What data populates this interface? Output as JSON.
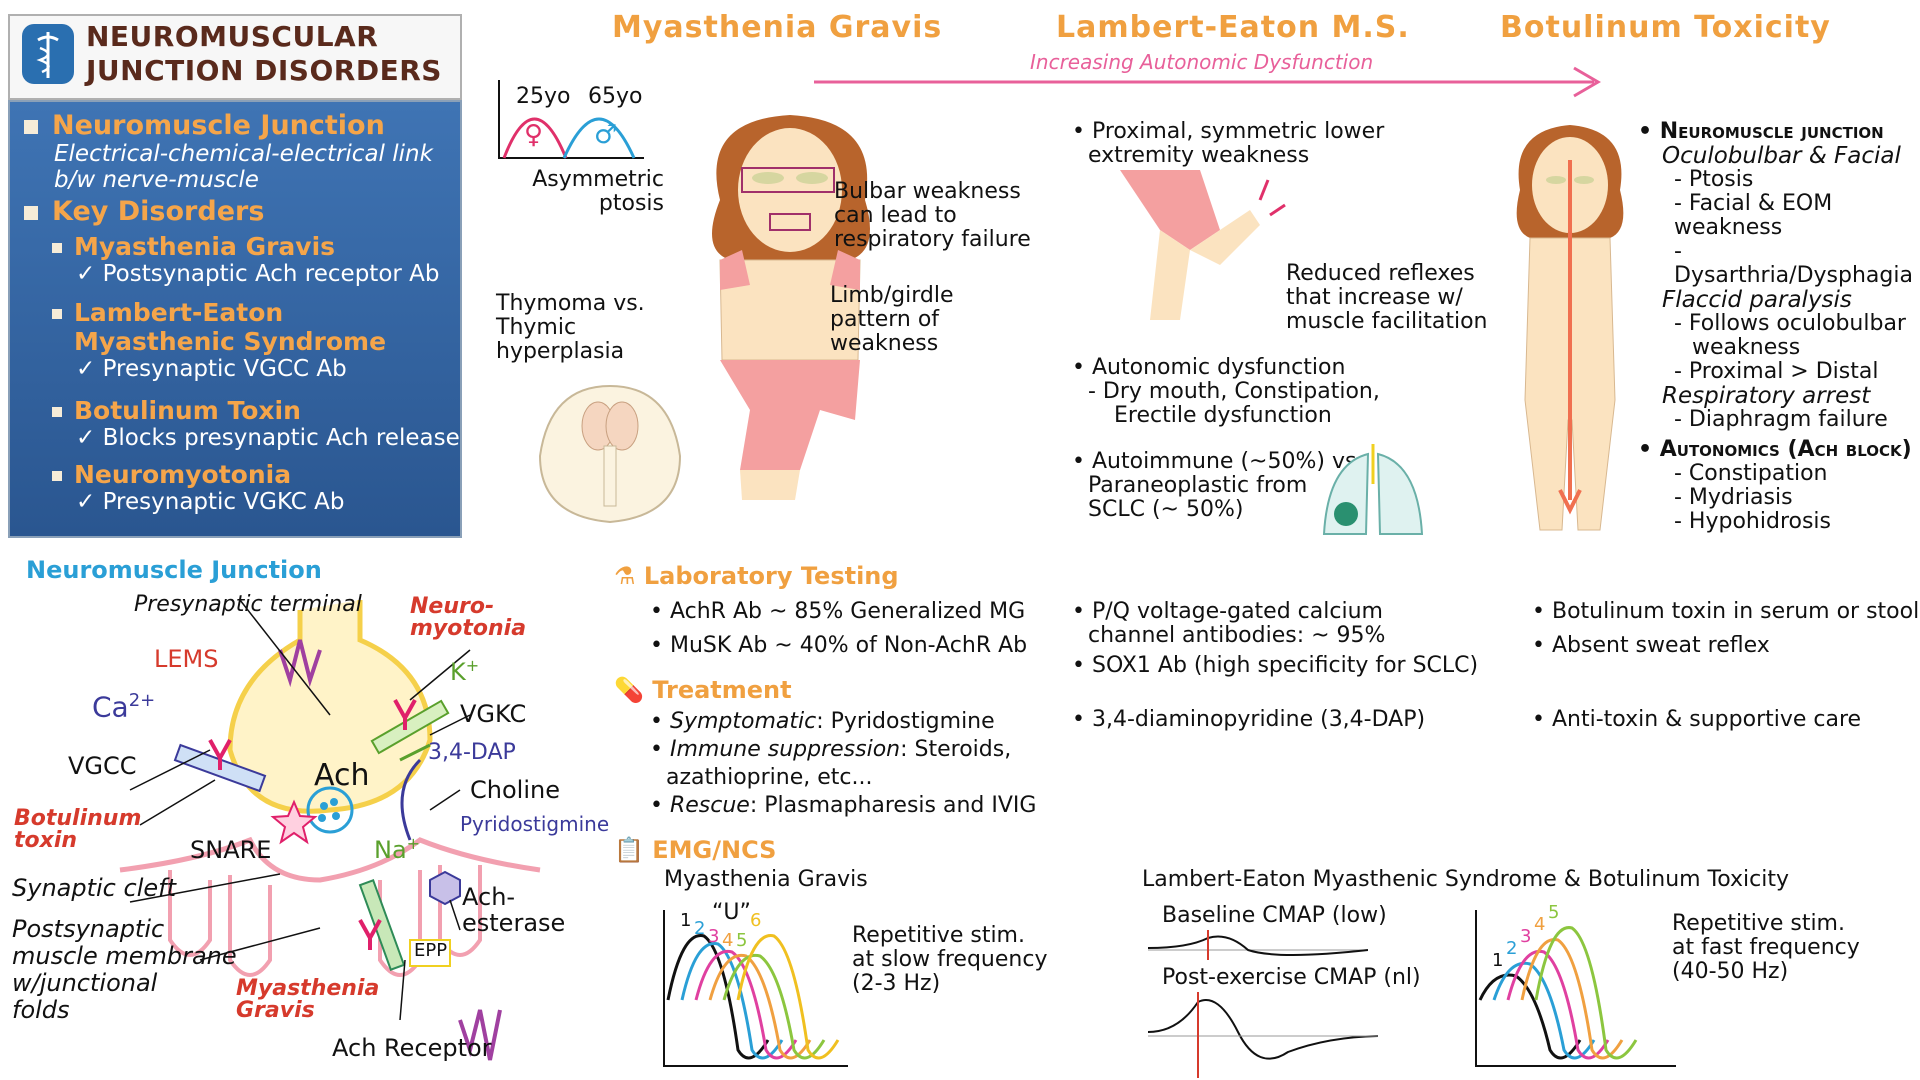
{
  "header": {
    "title_line1": "NEUROMUSCULAR",
    "title_line2": "JUNCTION DISORDERS"
  },
  "summary": {
    "nmj_heading": "Neuromuscle Junction",
    "nmj_desc1": "Electrical-chemical-electrical link",
    "nmj_desc2": "b/w nerve-muscle",
    "key_heading": "Key Disorders",
    "mg": "Myasthenia Gravis",
    "mg_desc": "Postsynaptic Ach receptor Ab",
    "lems1": "Lambert-Eaton",
    "lems2": "Myasthenic Syndrome",
    "lems_desc": "Presynaptic VGCC Ab",
    "bot": "Botulinum Toxin",
    "bot_desc": "Blocks presynaptic Ach release",
    "neuro": "Neuromyotonia",
    "neuro_desc": "Presynaptic VGKC Ab"
  },
  "nmj_diagram": {
    "title": "Neuromuscle Junction",
    "presynaptic": "Presynaptic terminal",
    "lems": "LEMS",
    "ca": "Ca",
    "ca_sup": "2+",
    "vgcc": "VGCC",
    "botulinum1": "Botulinum",
    "botulinum2": "toxin",
    "snare": "SNARE",
    "cleft": "Synaptic cleft",
    "post1": "Postsynaptic",
    "post2": "muscle membrane",
    "post3": "w/junctional",
    "post4": "folds",
    "mg1": "Myasthenia",
    "mg2": "Gravis",
    "ach_receptor": "Ach Receptor",
    "neuro1": "Neuro-",
    "neuro2": "myotonia",
    "k": "K",
    "k_sup": "+",
    "vgkc": "VGKC",
    "dap": "3,4-DAP",
    "ach": "Ach",
    "choline": "Choline",
    "pyridostigmine": "Pyridostigmine",
    "na": "Na",
    "na_sup": "+",
    "esterase1": "Ach-",
    "esterase2": "esterase",
    "epp": "EPP"
  },
  "columns": {
    "mg_title": "Myasthenia Gravis",
    "lems_title": "Lambert-Eaton M.S.",
    "bot_title": "Botulinum Toxicity",
    "arrow_label": "Increasing Autonomic Dysfunction"
  },
  "mg_figure": {
    "age1": "25yo",
    "age2": "65yo",
    "female_sym": "♀",
    "male_sym": "♂",
    "ptosis1": "Asymmetric",
    "ptosis2": "ptosis",
    "bulbar1": "Bulbar weakness",
    "bulbar2": "can lead to",
    "bulbar3": "respiratory failure",
    "thymoma1": "Thymoma vs.",
    "thymoma2": "Thymic",
    "thymoma3": "hyperplasia",
    "limb1": "Limb/girdle",
    "limb2": "pattern of",
    "limb3": "weakness"
  },
  "lems_figure": {
    "b1a": "Proximal, symmetric lower",
    "b1b": "extremity weakness",
    "reflex1": "Reduced reflexes",
    "reflex2": "that increase w/",
    "reflex3": "muscle facilitation",
    "b2": "Autonomic dysfunction",
    "b2a": "- Dry mouth, Constipation,",
    "b2b": "Erectile dysfunction",
    "b3a": "Autoimmune (~50%) vs",
    "b3b": "Paraneoplastic from",
    "b3c": "SCLC (~ 50%)"
  },
  "bot_figure": {
    "nmj": "Neuromuscle junction",
    "ocular": "Oculobulbar & Facial",
    "o1": "- Ptosis",
    "o2": "- Facial & EOM weakness",
    "o3": "- Dysarthria/Dysphagia",
    "flaccid": "Flaccid paralysis",
    "f1": "- Follows oculobulbar",
    "f1b": "weakness",
    "f2": "- Proximal > Distal",
    "resp": "Respiratory arrest",
    "r1": "- Diaphragm failure",
    "auto": "Autonomics (Ach block)",
    "a1": "- Constipation",
    "a2": "- Mydriasis",
    "a3": "- Hypohidrosis"
  },
  "lab": {
    "heading": "Laboratory Testing",
    "mg1": "AchR Ab ~ 85% Generalized MG",
    "mg2": "MuSK Ab ~ 40% of Non-AchR Ab",
    "lems1a": "P/Q voltage-gated calcium",
    "lems1b": "channel antibodies: ~ 95%",
    "lems2": "SOX1 Ab (high specificity for SCLC)",
    "bot1": "Botulinum toxin in serum or stool",
    "bot2": "Absent sweat reflex"
  },
  "treatment": {
    "heading": "Treatment",
    "t1_label": "Symptomatic",
    "t1": ": Pyridostigmine",
    "t2_label": "Immune suppression",
    "t2": ": Steroids,",
    "t2b": "azathioprine, etc...",
    "t3_label": "Rescue",
    "t3": ": Plasmapharesis and IVIG",
    "lems": "3,4-diaminopyridine (3,4-DAP)",
    "bot": "Anti-toxin & supportive care"
  },
  "emg": {
    "heading": "EMG/NCS",
    "mg_title": "Myasthenia Gravis",
    "u_label": "“U”",
    "mg_nums": [
      "1",
      "2",
      "3",
      "4",
      "5",
      "6"
    ],
    "mg_desc1": "Repetitive stim.",
    "mg_desc2": "at slow frequency",
    "mg_desc3": "(2-3 Hz)",
    "lems_title": "Lambert-Eaton Myasthenic Syndrome & Botulinum Toxicity",
    "baseline": "Baseline CMAP (low)",
    "post": "Post-exercise CMAP (nl)",
    "lems_nums": [
      "1",
      "2",
      "3",
      "4",
      "5"
    ],
    "lems_desc1": "Repetitive stim.",
    "lems_desc2": "at fast frequency",
    "lems_desc3": "(40-50 Hz)"
  },
  "colors": {
    "wave": [
      "#111111",
      "#2a9fd6",
      "#e040a0",
      "#f0a040",
      "#8cc63f",
      "#f0c020"
    ]
  }
}
